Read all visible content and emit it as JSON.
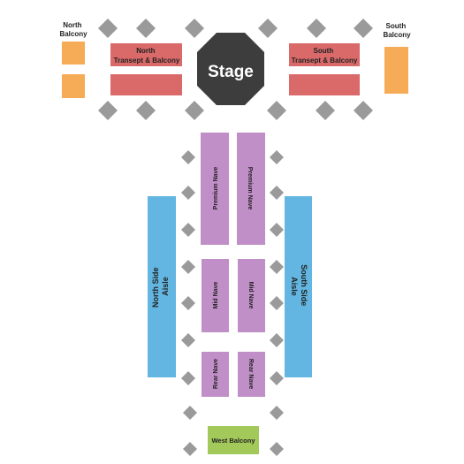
{
  "stage": {
    "label": "Stage",
    "color": "#3d3d3d"
  },
  "sections": {
    "north_balcony": {
      "line1": "North",
      "line2": "Balcony",
      "color": "#f6ab57"
    },
    "south_balcony": {
      "line1": "South",
      "line2": "Balcony",
      "color": "#f6ab57"
    },
    "north_transept": {
      "line1": "North",
      "line2": "Transept & Balcony",
      "color": "#da6a6a"
    },
    "south_transept": {
      "line1": "South",
      "line2": "Transept & Balcony",
      "color": "#da6a6a"
    },
    "premium_nave_left": {
      "label": "Premium Nave",
      "color": "#c18fc8"
    },
    "premium_nave_right": {
      "label": "Premium Nave",
      "color": "#c18fc8"
    },
    "mid_nave_left": {
      "label": "Mid Nave",
      "color": "#c18fc8"
    },
    "mid_nave_right": {
      "label": "Mid Nave",
      "color": "#c18fc8"
    },
    "rear_nave_left": {
      "label": "Rear Nave",
      "color": "#c18fc8"
    },
    "rear_nave_right": {
      "label": "Rear Nave",
      "color": "#c18fc8"
    },
    "north_side_aisle": {
      "line1": "North Side",
      "line2": "Aisle",
      "color": "#62b6e1"
    },
    "south_side_aisle": {
      "line1": "South Side",
      "line2": "Aisle",
      "color": "#62b6e1"
    },
    "west_balcony": {
      "label": "West Balcony",
      "color": "#a3c95a"
    }
  },
  "pillar_color": "#9a9a9a"
}
